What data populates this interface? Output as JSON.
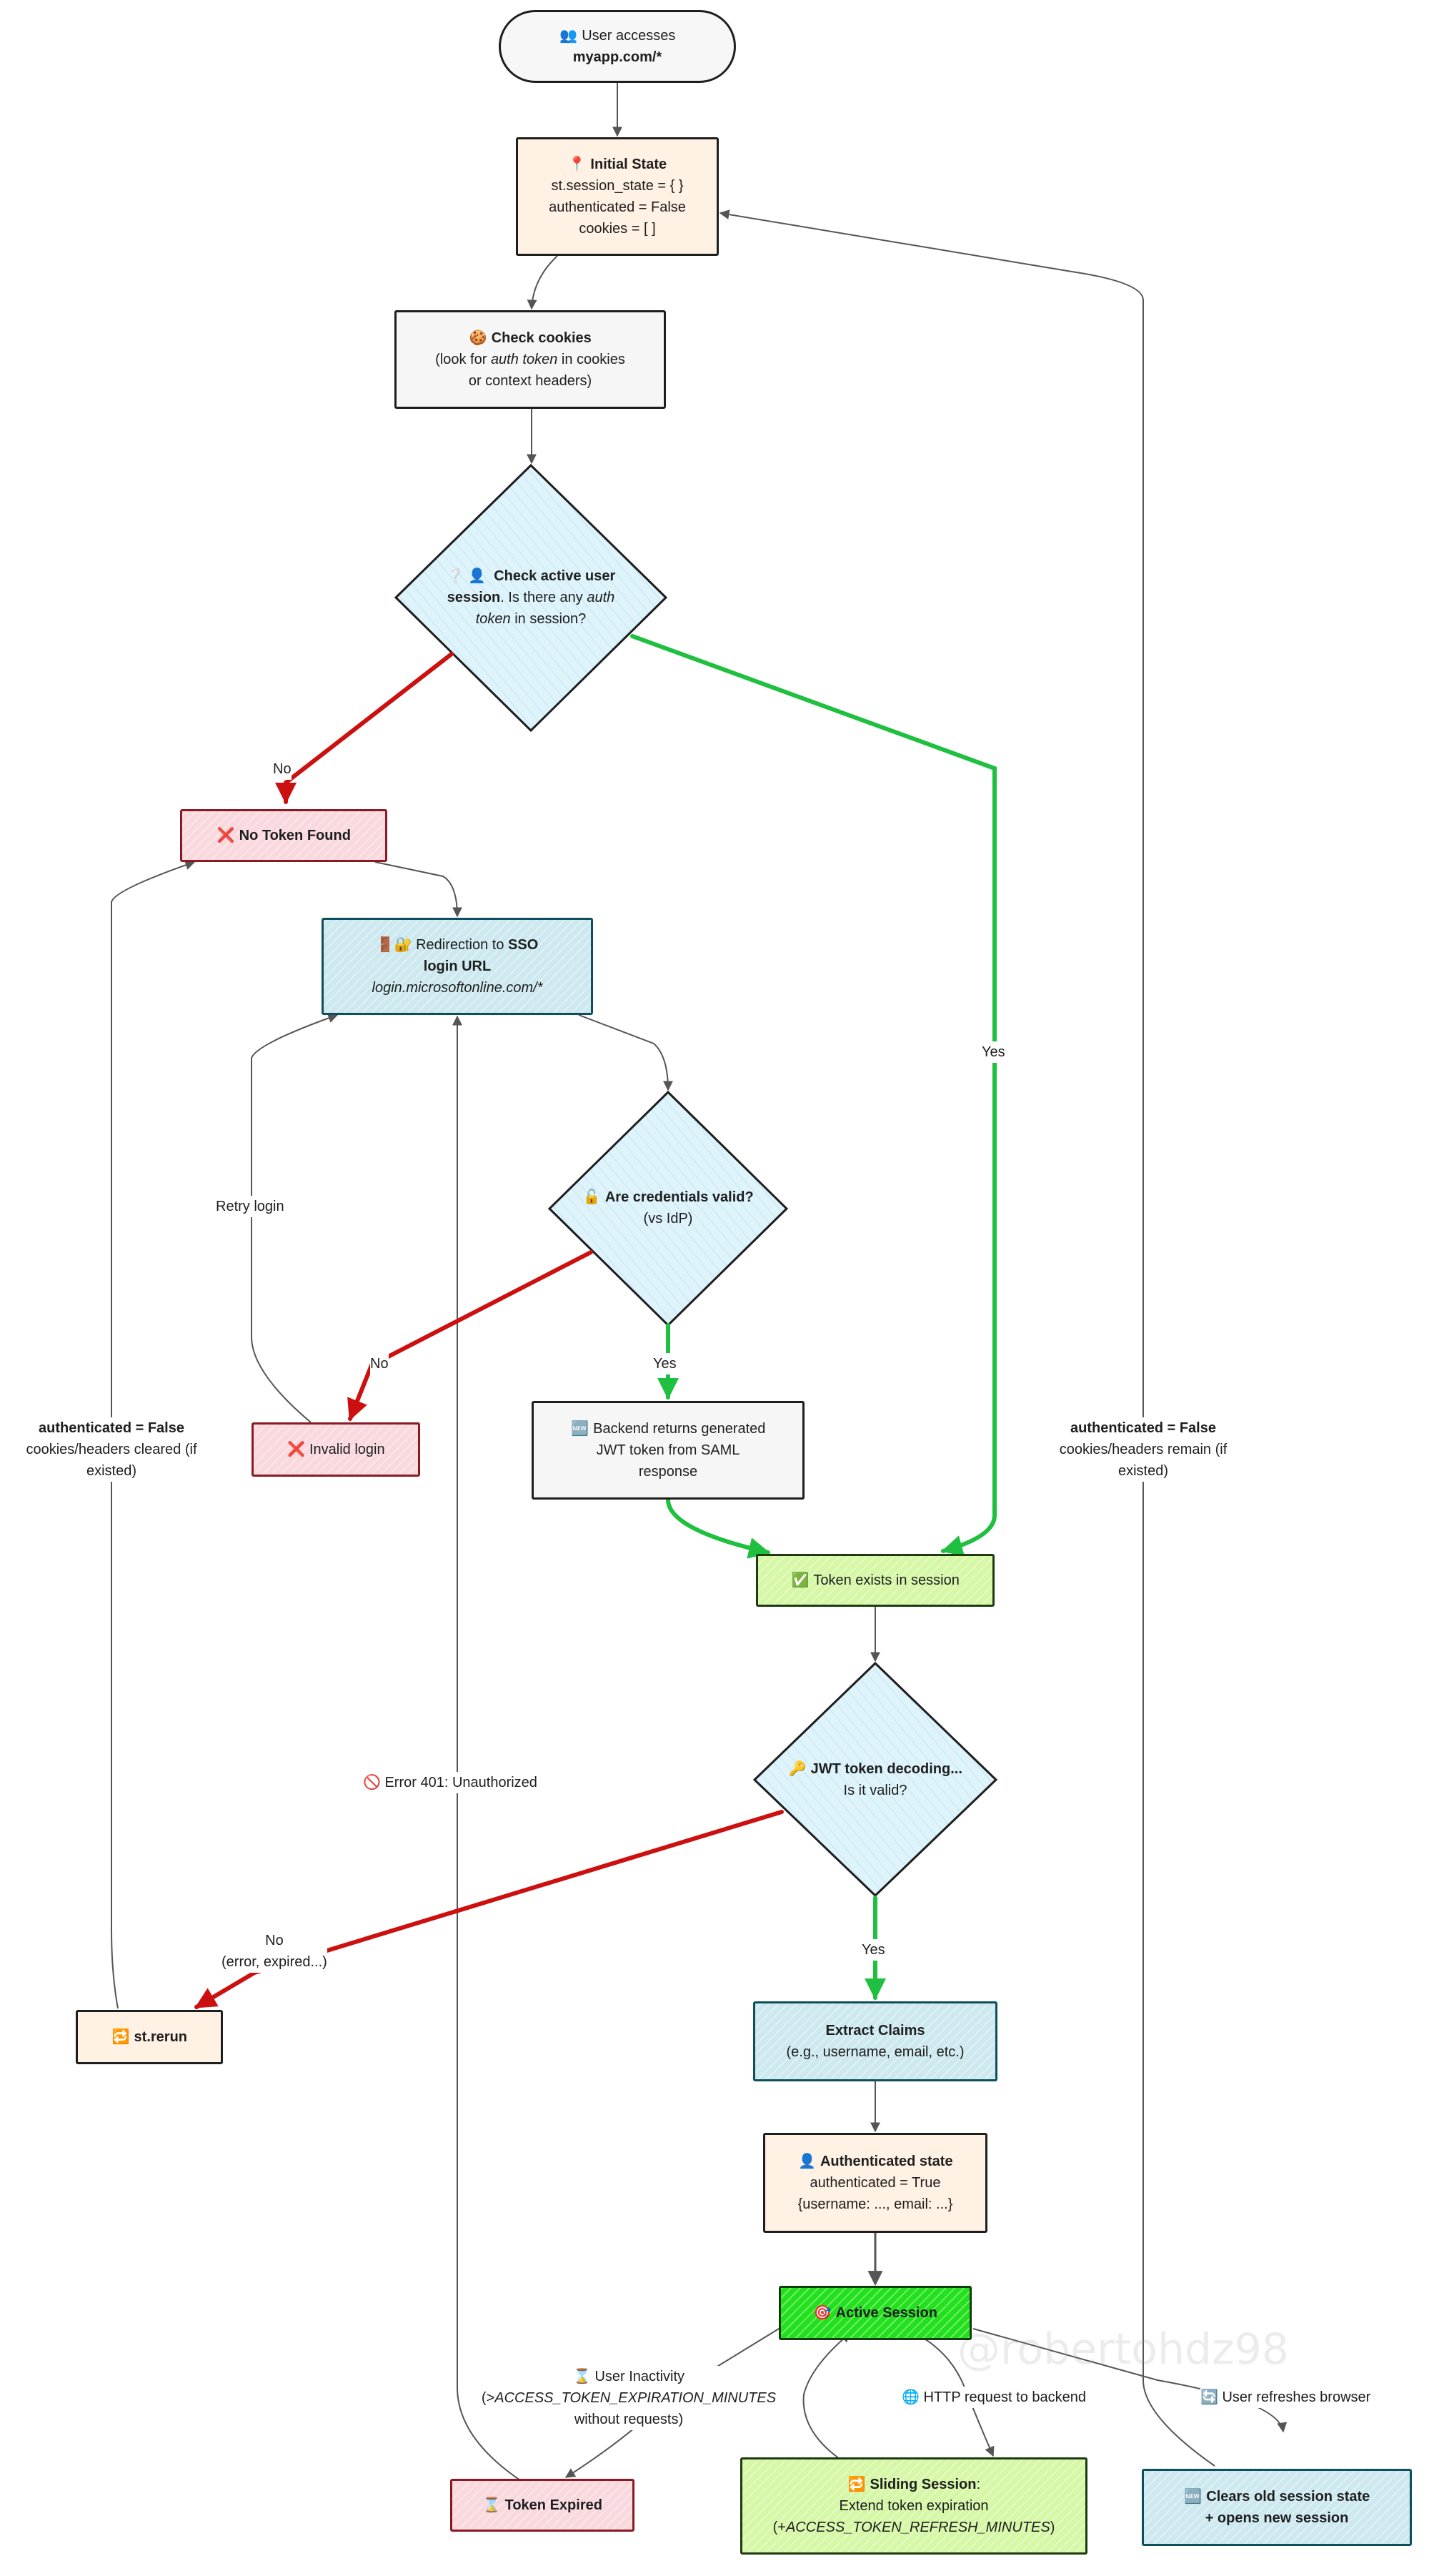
{
  "colors": {
    "stroke": "#1e1e1e",
    "no_edge": "#cc1010",
    "yes_edge": "#1fbf3f",
    "plain_edge": "#555555",
    "peach": "#fff1e3",
    "lightblue": "#dff3fb",
    "teal": "#cde9ef",
    "pink": "#f9d9dd",
    "lime": "#d5f7a6",
    "green": "#22e11c",
    "gray": "#f6f6f6"
  },
  "watermark": "@robertohdz98",
  "nodes": {
    "start": {
      "icon": "users-icon",
      "glyph": "👥",
      "line1": "User accesses",
      "line2": "myapp.com/*"
    },
    "initial_state": {
      "icon": "pin-icon",
      "glyph": "📍",
      "title": "Initial State",
      "line1": "st.session_state = { }",
      "line2": "authenticated = False",
      "line3": "cookies = [ ]"
    },
    "check_cookies": {
      "icon": "cookie-icon",
      "glyph": "🍪",
      "title": "Check cookies",
      "line1_pre": "(look for ",
      "line1_em": "auth token",
      "line1_post": " in cookies",
      "line2": "or context headers)"
    },
    "check_session": {
      "icon": "question-user-icon",
      "glyph": "❔ 👤",
      "title_part1": "Check active user",
      "title_part2": "session",
      "text_part2": ". Is there any ",
      "em1": "auth",
      "em2": "token",
      "text_tail": " in session?"
    },
    "no_token": {
      "icon": "cross-icon",
      "glyph": "❌",
      "title": "No Token Found"
    },
    "redirect": {
      "icon": "door-lock-icon",
      "glyph": "🚪🔐",
      "pre": "Redirection to ",
      "title1": "SSO",
      "title2": "login URL",
      "url": "login.microsoftonline.com/*"
    },
    "credentials": {
      "icon": "unlock-icon",
      "glyph": "🔓",
      "title": "Are credentials valid?",
      "sub": "(vs IdP)"
    },
    "invalid_login": {
      "icon": "cross-icon",
      "glyph": "❌",
      "label": "Invalid login"
    },
    "backend_returns": {
      "icon": "new-icon",
      "glyph": "🆕",
      "line1": "Backend returns generated",
      "line2": "JWT token from SAML",
      "line3": "response"
    },
    "token_exists": {
      "icon": "check-icon",
      "glyph": "✅",
      "label": "Token exists in session"
    },
    "jwt_decoding": {
      "icon": "key-icon",
      "glyph": "🔑",
      "title": "JWT token decoding...",
      "sub": "Is it valid?"
    },
    "st_rerun": {
      "icon": "repeat-icon",
      "glyph": "🔁",
      "title": "st.rerun"
    },
    "extract_claims": {
      "title": "Extract Claims",
      "sub": "(e.g., username, email, etc.)"
    },
    "auth_state": {
      "icon": "user-icon",
      "glyph": "👤",
      "title": "Authenticated state",
      "line1": "authenticated = True",
      "line2": "{username: ..., email: ...}"
    },
    "active_session": {
      "icon": "target-icon",
      "glyph": "🎯",
      "title": "Active Session"
    },
    "token_expired": {
      "icon": "hourglass-icon",
      "glyph": "⌛",
      "title": "Token Expired"
    },
    "sliding": {
      "icon": "repeat-icon",
      "glyph": "🔁",
      "title": "Sliding Session",
      "colon": ":",
      "line1": "Extend token expiration",
      "line2_pre": "(+",
      "line2_em": "ACCESS_TOKEN_REFRESH_MINUTES",
      "line2_post": ")"
    },
    "clears_session": {
      "icon": "new-icon",
      "glyph": "🆕",
      "line1": "Clears old session state",
      "line2": "+ opens new session"
    }
  },
  "edge_labels": {
    "no_session": "No",
    "yes_session": "Yes",
    "retry_login": "Retry login",
    "no_credentials": "No",
    "yes_credentials": "Yes",
    "error_401": "Error 401: Unauthorized",
    "error_401_icon": "🚫",
    "jwt_no_line1": "No",
    "jwt_no_line2": "(error, expired...)",
    "jwt_yes": "Yes",
    "left_auth_bold": "authenticated = False",
    "left_auth_line2": "cookies/headers cleared (if",
    "left_auth_line3": "existed)",
    "right_auth_bold": "authenticated = False",
    "right_auth_line2": "cookies/headers remain (if",
    "right_auth_line3": "existed)",
    "inactivity_icon": "⌛",
    "inactivity_line1": "User Inactivity",
    "inactivity_pre": "(>",
    "inactivity_em": "ACCESS_TOKEN_EXPIRATION_MINUTES",
    "inactivity_line3": "without requests)",
    "http_icon": "🌐",
    "http_label": "HTTP request to backend",
    "refresh_icon": "🔄",
    "refresh_label": "User refreshes browser"
  }
}
